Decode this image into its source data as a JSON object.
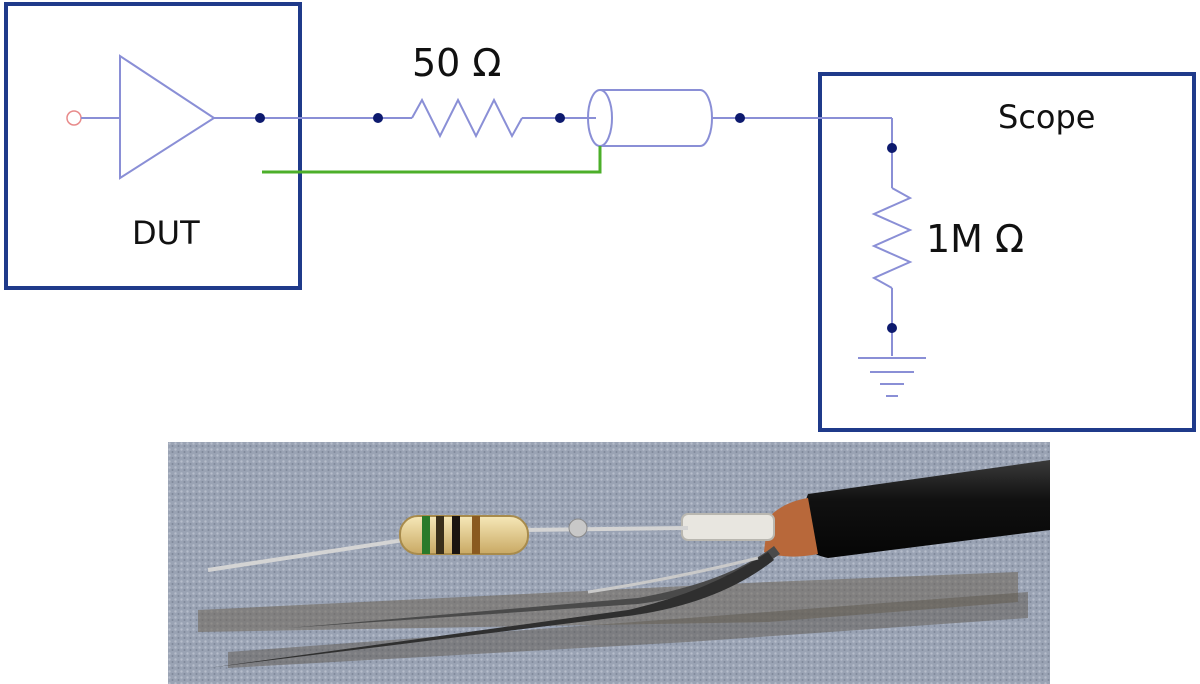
{
  "diagram": {
    "dut_label": "DUT",
    "scope_label": "Scope",
    "series_resistor_label": "50 Ω",
    "scope_resistor_label": "1M Ω"
  },
  "colors": {
    "box_border": "#1f3a8a",
    "wire": "#8a8fd6",
    "node": "#0d1a6e",
    "ground_wire": "#4caf2a",
    "input_pin": "#e88a8a"
  },
  "photo": {
    "subject": "resistor soldered to coax cable tip with probe pins"
  }
}
